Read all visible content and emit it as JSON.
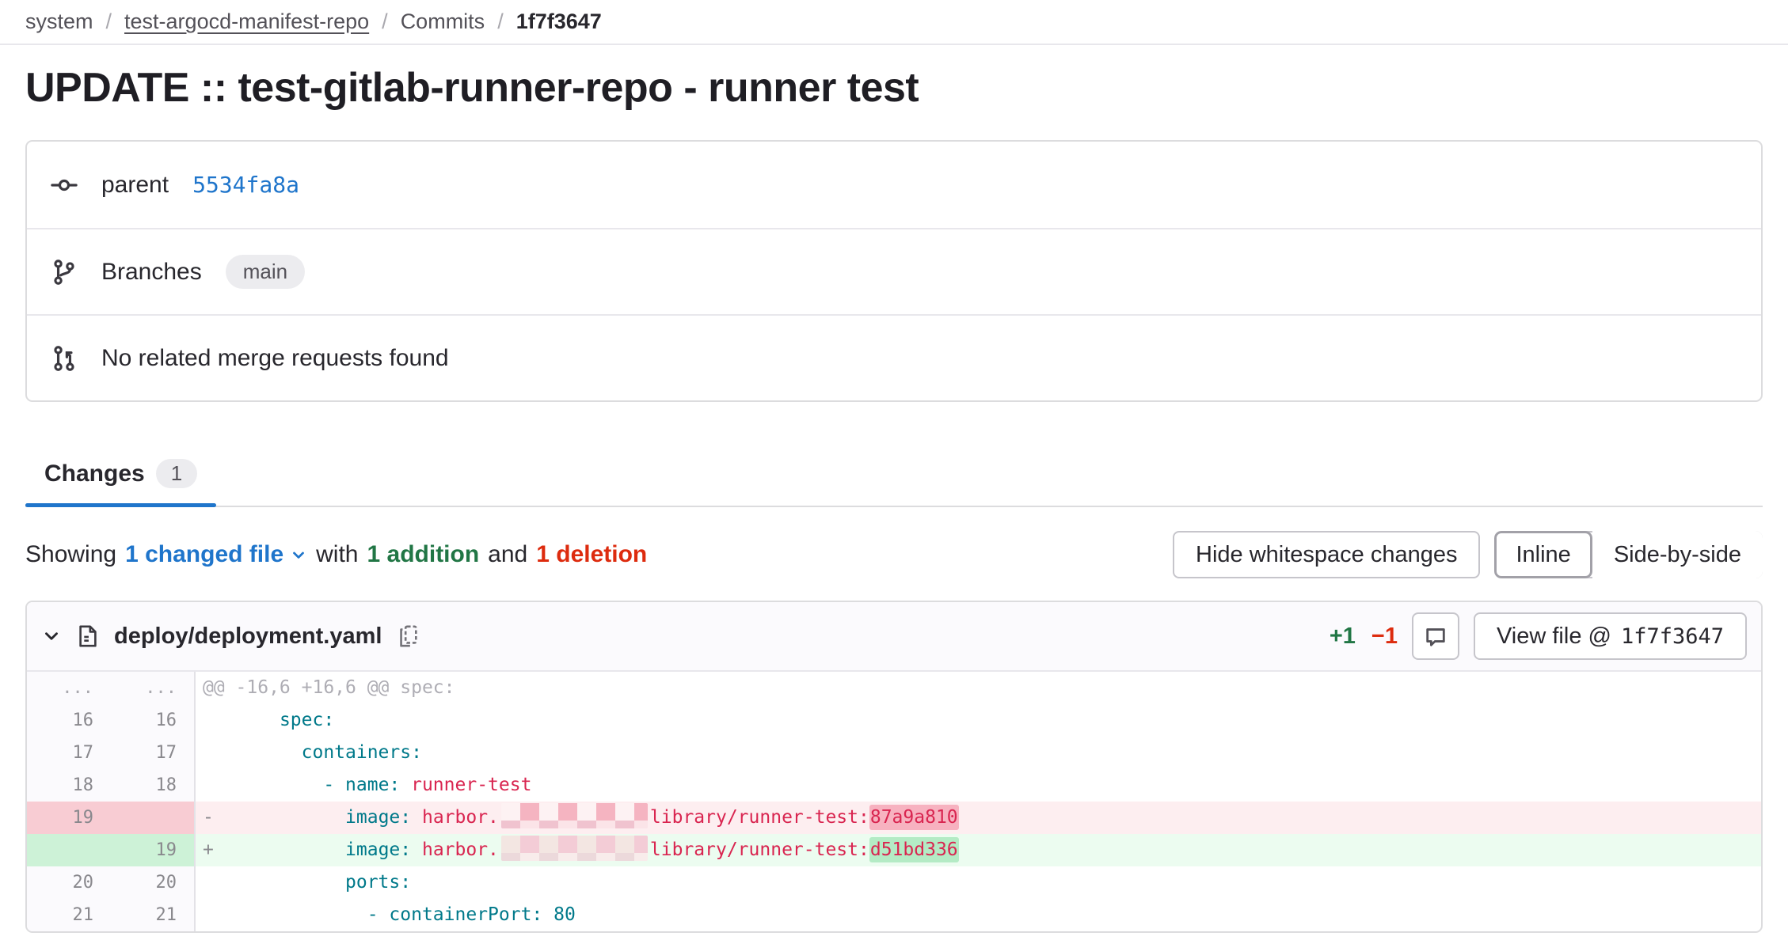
{
  "breadcrumb": {
    "separator": "/",
    "items": [
      {
        "label": "system",
        "kind": "text"
      },
      {
        "label": "test-argocd-manifest-repo",
        "kind": "link"
      },
      {
        "label": "Commits",
        "kind": "text"
      },
      {
        "label": "1f7f3647",
        "kind": "current"
      }
    ]
  },
  "page_title": "UPDATE :: test-gitlab-runner-repo - runner test",
  "commit_info": {
    "parent_label": "parent",
    "parent_sha": "5534fa8a",
    "branches_label": "Branches",
    "branch_badge": "main",
    "merge_requests_text": "No related merge requests found"
  },
  "tabs": {
    "changes_label": "Changes",
    "changes_count": "1"
  },
  "summary": {
    "showing": "Showing",
    "changed_file": "1 changed file",
    "with": "with",
    "addition": "1 addition",
    "and": "and",
    "deletion": "1 deletion"
  },
  "controls": {
    "hide_whitespace": "Hide whitespace changes",
    "inline": "Inline",
    "side_by_side": "Side-by-side"
  },
  "diff": {
    "file_path": "deploy/deployment.yaml",
    "added_stat": "+1",
    "removed_stat": "−1",
    "view_file_label": "View file @",
    "view_file_sha": "1f7f3647",
    "lines": [
      {
        "type": "hunk",
        "old": "...",
        "new": "...",
        "segments": [
          {
            "t": "@@ -16,6 +16,6 @@ spec:",
            "c": ""
          }
        ]
      },
      {
        "type": "context",
        "old": "16",
        "new": "16",
        "segments": [
          {
            "t": "       ",
            "c": ""
          },
          {
            "t": "spec:",
            "c": "key"
          }
        ]
      },
      {
        "type": "context",
        "old": "17",
        "new": "17",
        "segments": [
          {
            "t": "         ",
            "c": ""
          },
          {
            "t": "containers:",
            "c": "key"
          }
        ]
      },
      {
        "type": "context",
        "old": "18",
        "new": "18",
        "segments": [
          {
            "t": "           ",
            "c": ""
          },
          {
            "t": "- name: ",
            "c": "key"
          },
          {
            "t": "runner-test",
            "c": "str"
          }
        ]
      },
      {
        "type": "del",
        "old": "19",
        "new": "",
        "segments": [
          {
            "t": "-",
            "c": "marker"
          },
          {
            "t": "            ",
            "c": ""
          },
          {
            "t": "image: ",
            "c": "key"
          },
          {
            "t": "harbor.",
            "c": "str"
          },
          {
            "censor": "del"
          },
          {
            "t": "library/runner-test:",
            "c": "str"
          },
          {
            "t": "87a9a810",
            "c": "str hl-del"
          }
        ]
      },
      {
        "type": "add",
        "old": "",
        "new": "19",
        "segments": [
          {
            "t": "+",
            "c": "marker"
          },
          {
            "t": "            ",
            "c": ""
          },
          {
            "t": "image: ",
            "c": "key"
          },
          {
            "t": "harbor.",
            "c": "str"
          },
          {
            "censor": "add"
          },
          {
            "t": "library/runner-test:",
            "c": "str"
          },
          {
            "t": "d51bd336",
            "c": "str hl-add"
          }
        ]
      },
      {
        "type": "context",
        "old": "20",
        "new": "20",
        "segments": [
          {
            "t": "             ",
            "c": ""
          },
          {
            "t": "ports:",
            "c": "key"
          }
        ]
      },
      {
        "type": "context",
        "old": "21",
        "new": "21",
        "segments": [
          {
            "t": "               ",
            "c": ""
          },
          {
            "t": "- containerPort: ",
            "c": "key"
          },
          {
            "t": "80",
            "c": "num"
          }
        ]
      }
    ]
  },
  "icons": [
    "commit-icon",
    "branch-icon",
    "merge-request-icon",
    "chevron-down-icon",
    "file-document-icon",
    "copy-to-clipboard-icon",
    "comment-icon"
  ],
  "colors": {
    "link_blue": "#1f75cb",
    "addition_green": "#217645",
    "deletion_red": "#dd2b0e",
    "active_tab_blue": "#1f75cb",
    "code_key_teal": "#00798a",
    "code_value_crimson": "#d92550",
    "deleted_line_bg": "#fdeef0",
    "added_line_bg": "#ecfcf0"
  }
}
